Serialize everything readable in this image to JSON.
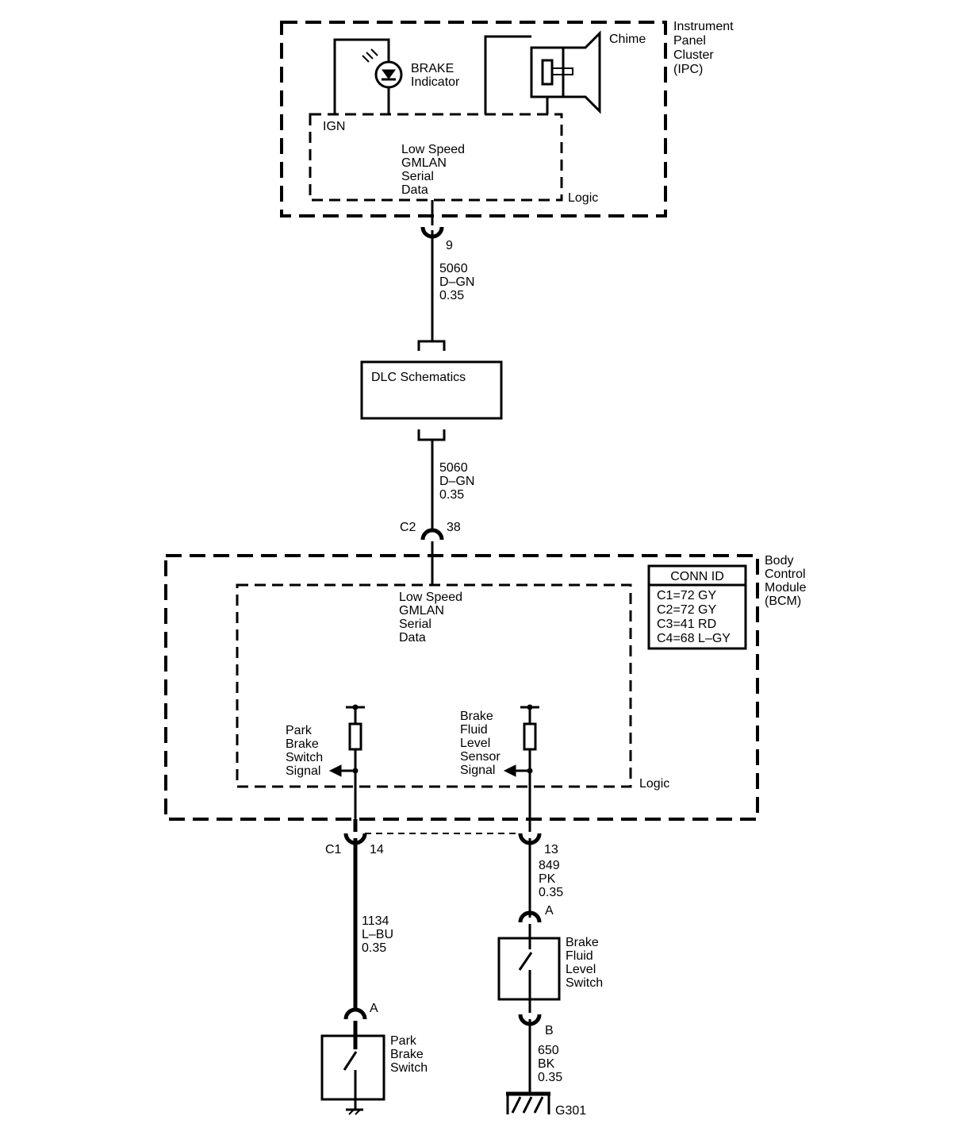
{
  "ipc": {
    "module_name": [
      "Instrument",
      "Panel",
      "Cluster",
      "(IPC)"
    ],
    "brake_indicator": [
      "BRAKE",
      "Indicator"
    ],
    "chime": "Chime",
    "ign": "IGN",
    "gmlan": [
      "Low Speed",
      "GMLAN",
      "Serial",
      "Data"
    ],
    "logic": "Logic",
    "pin": "9"
  },
  "wire_upper": {
    "circuit": "5060",
    "color": "D–GN",
    "size": "0.35"
  },
  "dlc": {
    "label": "DLC Schematics"
  },
  "wire_lower": {
    "circuit": "5060",
    "color": "D–GN",
    "size": "0.35"
  },
  "bcm_connector": {
    "connector": "C2",
    "pin": "38"
  },
  "bcm": {
    "module_name": [
      "Body",
      "Control",
      "Module",
      "(BCM)"
    ],
    "conn_id": {
      "title": "CONN ID",
      "rows": [
        "C1=72 GY",
        "C2=72 GY",
        "C3=41 RD",
        "C4=68 L–GY"
      ]
    },
    "gmlan": [
      "Low Speed",
      "GMLAN",
      "Serial",
      "Data"
    ],
    "park_signal": [
      "Park",
      "Brake",
      "Switch",
      "Signal"
    ],
    "fluid_signal": [
      "Brake",
      "Fluid",
      "Level",
      "Sensor",
      "Signal"
    ],
    "logic": "Logic"
  },
  "c1": {
    "connector": "C1",
    "pin_left": "14",
    "pin_right": "13"
  },
  "wire_park": {
    "circuit": "1134",
    "color": "L–BU",
    "size": "0.35"
  },
  "wire_fluid": {
    "circuit": "849",
    "color": "PK",
    "size": "0.35"
  },
  "fluid_switch": {
    "pin_a": "A",
    "name": [
      "Brake",
      "Fluid",
      "Level",
      "Switch"
    ],
    "pin_b": "B"
  },
  "wire_ground": {
    "circuit": "650",
    "color": "BK",
    "size": "0.35"
  },
  "park_switch": {
    "pin_a": "A",
    "name": [
      "Park",
      "Brake",
      "Switch"
    ]
  },
  "ground": {
    "label": "G301"
  }
}
